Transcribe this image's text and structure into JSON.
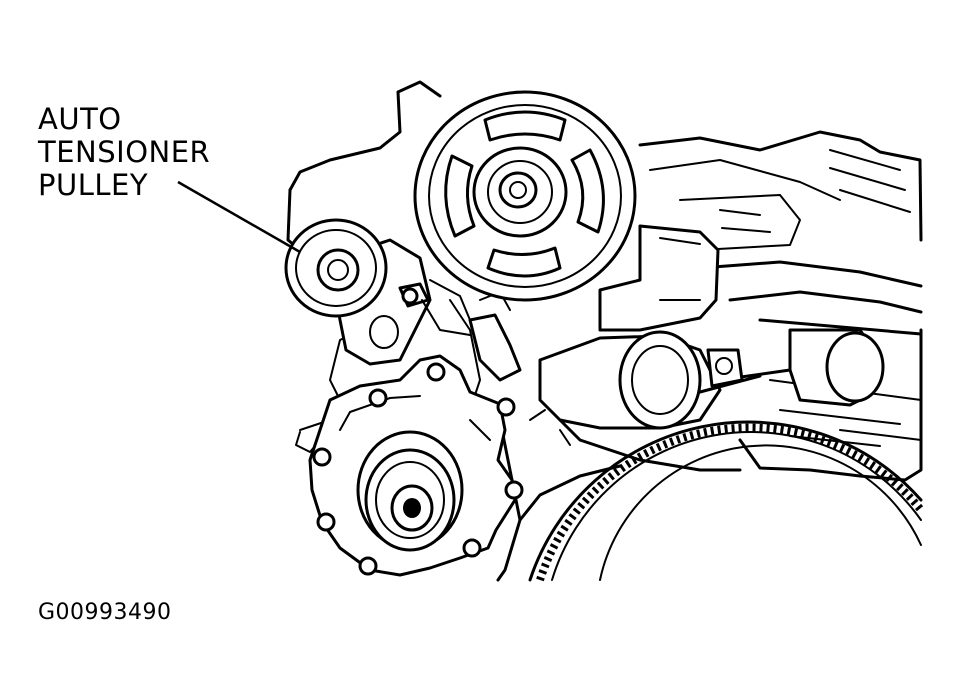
{
  "callout": {
    "line1": "AUTO",
    "line2": "TENSIONER",
    "line3": "PULLEY"
  },
  "figure_id": "G00993490",
  "colors": {
    "ink": "#000000",
    "paper": "#ffffff"
  }
}
